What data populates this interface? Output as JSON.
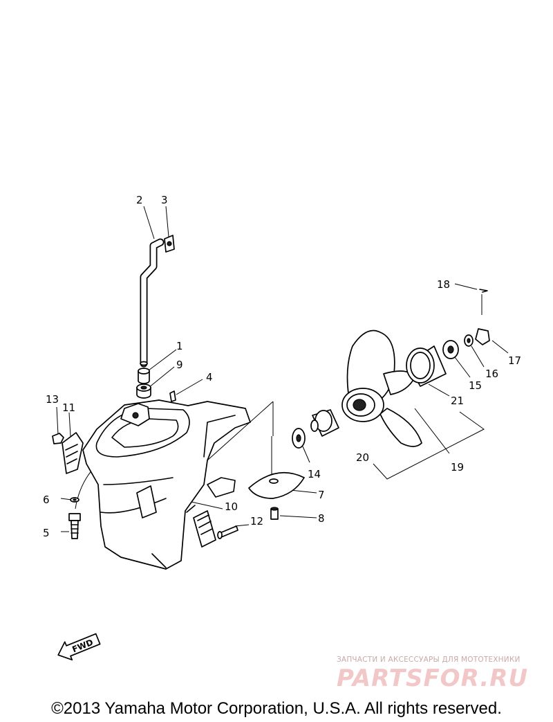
{
  "diagram": {
    "callouts": [
      {
        "id": "c1",
        "text": "1"
      },
      {
        "id": "c2",
        "text": "2"
      },
      {
        "id": "c3",
        "text": "3"
      },
      {
        "id": "c4",
        "text": "4"
      },
      {
        "id": "c5",
        "text": "5"
      },
      {
        "id": "c6",
        "text": "6"
      },
      {
        "id": "c7",
        "text": "7"
      },
      {
        "id": "c8",
        "text": "8"
      },
      {
        "id": "c9",
        "text": "9"
      },
      {
        "id": "c10",
        "text": "10"
      },
      {
        "id": "c11",
        "text": "11"
      },
      {
        "id": "c12",
        "text": "12"
      },
      {
        "id": "c13",
        "text": "13"
      },
      {
        "id": "c14",
        "text": "14"
      },
      {
        "id": "c15",
        "text": "15"
      },
      {
        "id": "c16",
        "text": "16"
      },
      {
        "id": "c17",
        "text": "17"
      },
      {
        "id": "c18",
        "text": "18"
      },
      {
        "id": "c19",
        "text": "19"
      },
      {
        "id": "c20",
        "text": "20"
      },
      {
        "id": "c21",
        "text": "21"
      }
    ],
    "fwd_label": "FWD"
  },
  "watermark": {
    "subtitle": "ЗАПЧАСТИ И АКСЕССУАРЫ ДЛЯ МОТОТЕХНИКИ",
    "logo": "PARTSFOR.RU"
  },
  "footer": {
    "copyright": "©2013 Yamaha Motor Corporation, U.S.A. All rights reserved."
  }
}
